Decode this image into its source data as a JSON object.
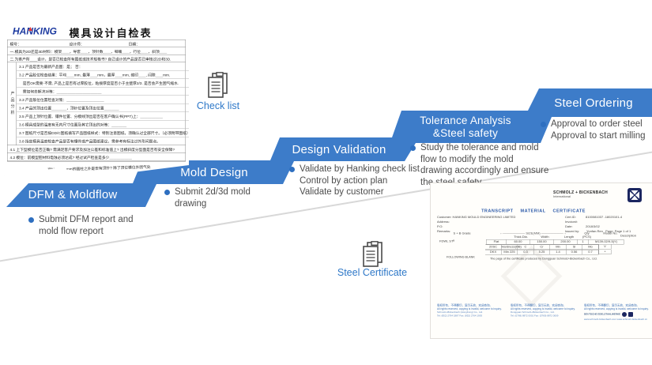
{
  "colors": {
    "ribbon_blue": "#3d7cc9",
    "bullet_blue": "#2e6fc0",
    "label_blue": "#2e78c8",
    "text_gray": "#4d4d4d",
    "logo_blue": "#1d3aa0",
    "logo_red": "#e03a3e",
    "cert_title_blue": "#2b59a8",
    "brand_navy": "#1b2660",
    "decor_line": "#d8d8d8"
  },
  "labels": {
    "checklist": "Check list",
    "certificate": "Steel Certificate"
  },
  "steps": [
    {
      "title": "DFM & Moldflow",
      "lines": [
        "Submit DFM report and",
        "mold flow report"
      ]
    },
    {
      "title": "Mold Design",
      "lines": [
        "Submit 2d/3d mold",
        "drawing"
      ]
    },
    {
      "title": "Design Validation",
      "lines": [
        "Validate by Hanking check list",
        "Control by action plan",
        "Validate by customer"
      ]
    },
    {
      "title": "Tolerance Analysis",
      "title2": "&Steel safety",
      "lines": [
        "Study the tolerance and mold",
        "flow to modify the mold",
        "drawing accordingly and ensure",
        "the steel safety"
      ]
    },
    {
      "title": "Steel Ordering",
      "lines": [
        "Approval to order steel",
        "Approval to start milling"
      ]
    }
  ],
  "checklist": {
    "logo": "HANKING",
    "title": "模具设计自检表",
    "fields": [
      "模号：",
      "设计师：",
      "日期："
    ],
    "line1": "一.模具为2D还是3D材料：模架＿＿，导套＿＿，顶针数＿＿，唧嘴＿＿，行位＿＿，斜顶＿＿",
    "line2": "二.为客户所＿＿设计，是否已检查所有图纸或技术规格书? 自己设计的产品是否已审核过2D和3D.",
    "side_label": "产品分析",
    "rows": [
      "3.1 产品是否为最新产品图：是；  否：",
      "3.2 产品胶位检查结果：平均＿＿mm, 最薄＿＿mm，最厚＿＿mm, 缩印＿＿, 间隙＿＿mm.",
      "　是否OK需要·不需, 产品上是否有过厚胶位，粘接厚度是否小于主壁厚2/3. 是否会产生困气缩水.",
      "　需如何去解决对策：＿＿＿＿＿＿＿＿＿＿＿＿",
      "3.3 产品筋位位置检查对策：＿＿＿＿＿＿＿＿＿＿",
      "3.4 产品的顶出位置＿＿＿＿，顶针位置及顶出位置＿＿＿＿",
      "3.5 产品上顶针位置、镶件位置、分模线顶出是否在客户确认书(PPT)上：＿＿＿＿＿＿",
      "3.6 模具成型的温度有无内尺寸位置及其它顶出的对策：＿＿＿＿",
      "3.7 图纸尺寸是否按DD/C图纸填写产品图纸样式：特别注意图纸，须确认过全部尺寸。（必须附带图纸）",
      "3.8 指定模具温度检查产品是否有镶件或产品图纸建议，需参考有标注过外形问题点。"
    ],
    "rows4": [
      "4.1 上下型模位是否正确? 需满足客户要求及加注公差和标准值上? 出模斜度分型面是否有安全保障?",
      "4.2 模位：前模型腔材料电蚀必须达成? 经过试产检查是多少＿＿＿＿＿＿"
    ],
    "bottom_line": "顶针＿＿＿mm的圆柱之外是否有顶针? 除了顶位模位外困气处"
  },
  "certificate": {
    "brand": {
      "name": "SCHMOLZ + BICKENBACH",
      "sub": "International"
    },
    "title": "TRANSCRIPT MATERIAL CERTIFICATE",
    "left_fields": [
      "Customer:  HANKING MOULD ENGINEERING LIMITED",
      "Address:",
      "P.O:",
      "Remarks:"
    ],
    "right_fields": {
      "cert_id_label": "Cert.ID:",
      "cert_id": "8100081037   -18020101-4",
      "invoice_label": "Invoice#:",
      "invoice": "",
      "date_label": "Date:",
      "date": "2018/3/02",
      "issued_label": "Issued by:",
      "issued": "Yonfan.Ren",
      "page_label": "Page:",
      "page": "Page 1 of 1"
    },
    "description_label": "Description",
    "table": {
      "grade_header": "S + B Grade",
      "size_header": "←――――――― SIZE(MM) ―――――――→",
      "sub_cols": [
        "Thick.Dia.",
        "Width",
        "Length",
        "Qty",
        "(PCS)",
        "Model No."
      ],
      "row": {
        "grade": "FDWL STᴮ",
        "shape": "Flat",
        "thick": "60.00",
        "width": "150.00",
        "length": "200.00",
        "qty": "1",
        "model": "M139-02/9-5(Y)"
      }
    },
    "chem": {
      "header": [
        "20SC",
        "Hardness(HB)",
        "C",
        "Cr",
        "Mn",
        "Si",
        "Mo",
        "V"
      ],
      "values": [
        "DKX",
        "Min 225",
        "0.3",
        "5.25",
        "1.4",
        "0.56",
        "0.7",
        "+"
      ]
    },
    "following_blank": "FOLLOWING BLANK",
    "produced_note": "The page of the certificate produced by Dongguan Schmolz+Bickenbach Co., Ltd.",
    "footer_cols": [
      {
        "zh": "版权所有，不得翻印，复印无效，欢迎查询。",
        "en": "All rights reserved, copying is invalid, welcome to inquiry.",
        "l1": "Schmolz+Bickenbach (HongKong) Co., Ltd.",
        "l2": "Tel: (852) 2764 1887   Fax: (852) 2764 1993"
      },
      {
        "zh": "版权所有，不得翻印，复印无效，欢迎查询。",
        "en": "All rights reserved, copying is invalid, welcome to inquiry.",
        "l1": "Dongguan Schmolz+Bickenbach Co., Ltd.",
        "l2": "Tel: (0769) 8872 0001   Fax: (0769) 8872 0009"
      },
      {
        "zh": "版权所有，不得翻印，复印无效，欢迎查询。",
        "en": "All rights reserved, copying is invalid, welcome to inquiry.",
        "brand": "DEUTSCHE EDELSTAHLWERKE",
        "urls": "www.schmolz-bickenbach.com    www.schmolz-bickenbach.cn"
      }
    ]
  }
}
